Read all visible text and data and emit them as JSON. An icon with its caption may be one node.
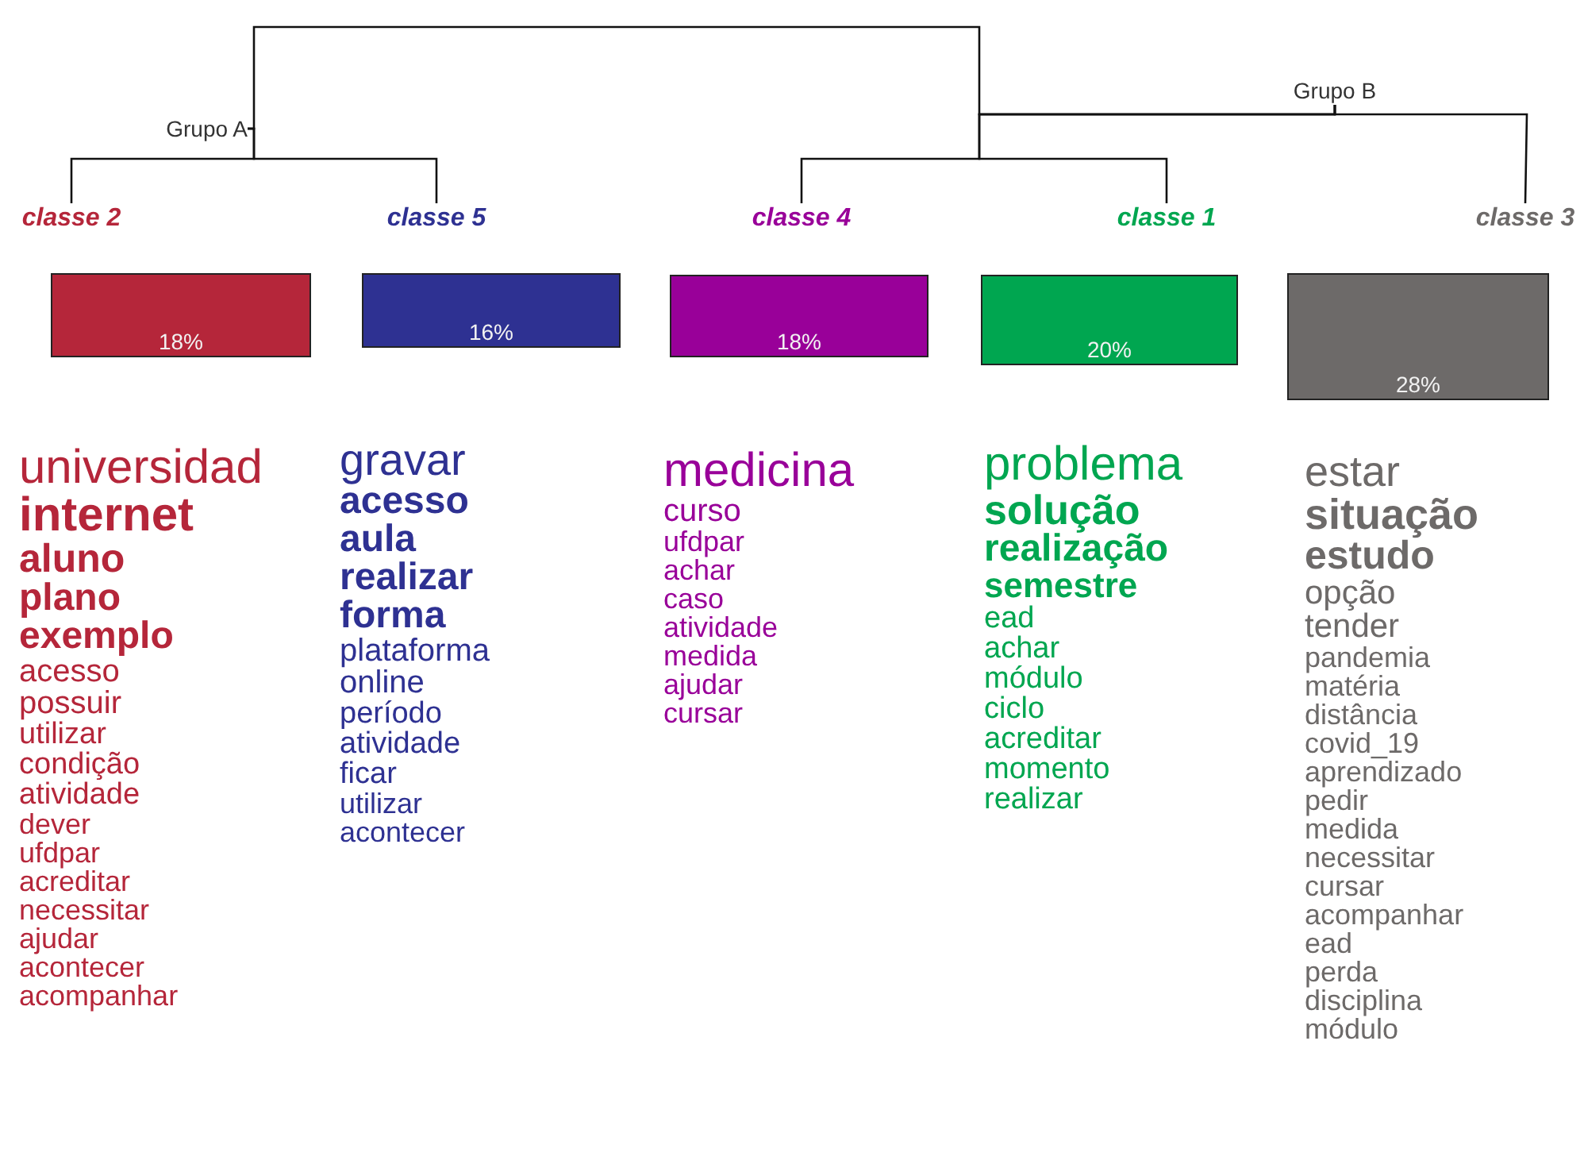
{
  "diagram": {
    "nodes": [
      {
        "text": [
          "Grupo A"
        ]
      },
      {
        "text": [
          "Grupo B"
        ]
      },
      {
        "text": [
          "classe 2"
        ]
      },
      {
        "text": [
          "classe 5"
        ]
      },
      {
        "text": [
          "classe 4"
        ]
      },
      {
        "text": [
          "classe 1"
        ]
      },
      {
        "text": [
          "classe 3"
        ]
      },
      {
        "text": [
          "18%"
        ],
        "beside": [
          "universidad",
          "internet",
          "aluno",
          "plano",
          "exemplo",
          "acesso",
          "possuir",
          "utilizar",
          "condição",
          "atividade",
          "dever",
          "ufdpar",
          "acreditar",
          "necessitar",
          "ajudar",
          "acontecer",
          "acompanhar"
        ]
      },
      {
        "text": [
          "16%"
        ],
        "beside": [
          "gravar",
          "acesso",
          "aula",
          "realizar",
          "forma",
          "plataforma",
          "online",
          "período",
          "atividade",
          "ficar",
          "utilizar",
          "acontecer"
        ]
      },
      {
        "text": [
          "18%"
        ],
        "beside": [
          "medicina",
          "curso",
          "ufdpar",
          "achar",
          "caso",
          "atividade",
          "medida",
          "ajudar",
          "cursar"
        ]
      },
      {
        "text": [
          "20%"
        ],
        "beside": [
          "problema",
          "solução",
          "realização",
          "semestre",
          "ead",
          "achar",
          "módulo",
          "ciclo",
          "acreditar",
          "momento",
          "realizar"
        ]
      },
      {
        "text": [
          "28%"
        ],
        "beside": [
          "estar",
          "situação",
          "estudo",
          "opção",
          "tender",
          "pandemia",
          "matéria",
          "distância",
          "covid_19",
          "aprendizado",
          "pedir",
          "medida",
          "necessitar",
          "cursar",
          "acompanhar",
          "ead",
          "perda",
          "disciplina",
          "módulo"
        ]
      }
    ],
    "edges": [
      {
        "from": 0,
        "to": 2,
        "arrow": "none"
      },
      {
        "from": 0,
        "to": 3,
        "arrow": "none"
      },
      {
        "from": 0,
        "to": 1,
        "arrow": "none"
      },
      {
        "from": 1,
        "to": 4,
        "arrow": "none"
      },
      {
        "from": 1,
        "to": 5,
        "arrow": "none"
      },
      {
        "from": 1,
        "to": 6,
        "arrow": "none"
      }
    ]
  }
}
